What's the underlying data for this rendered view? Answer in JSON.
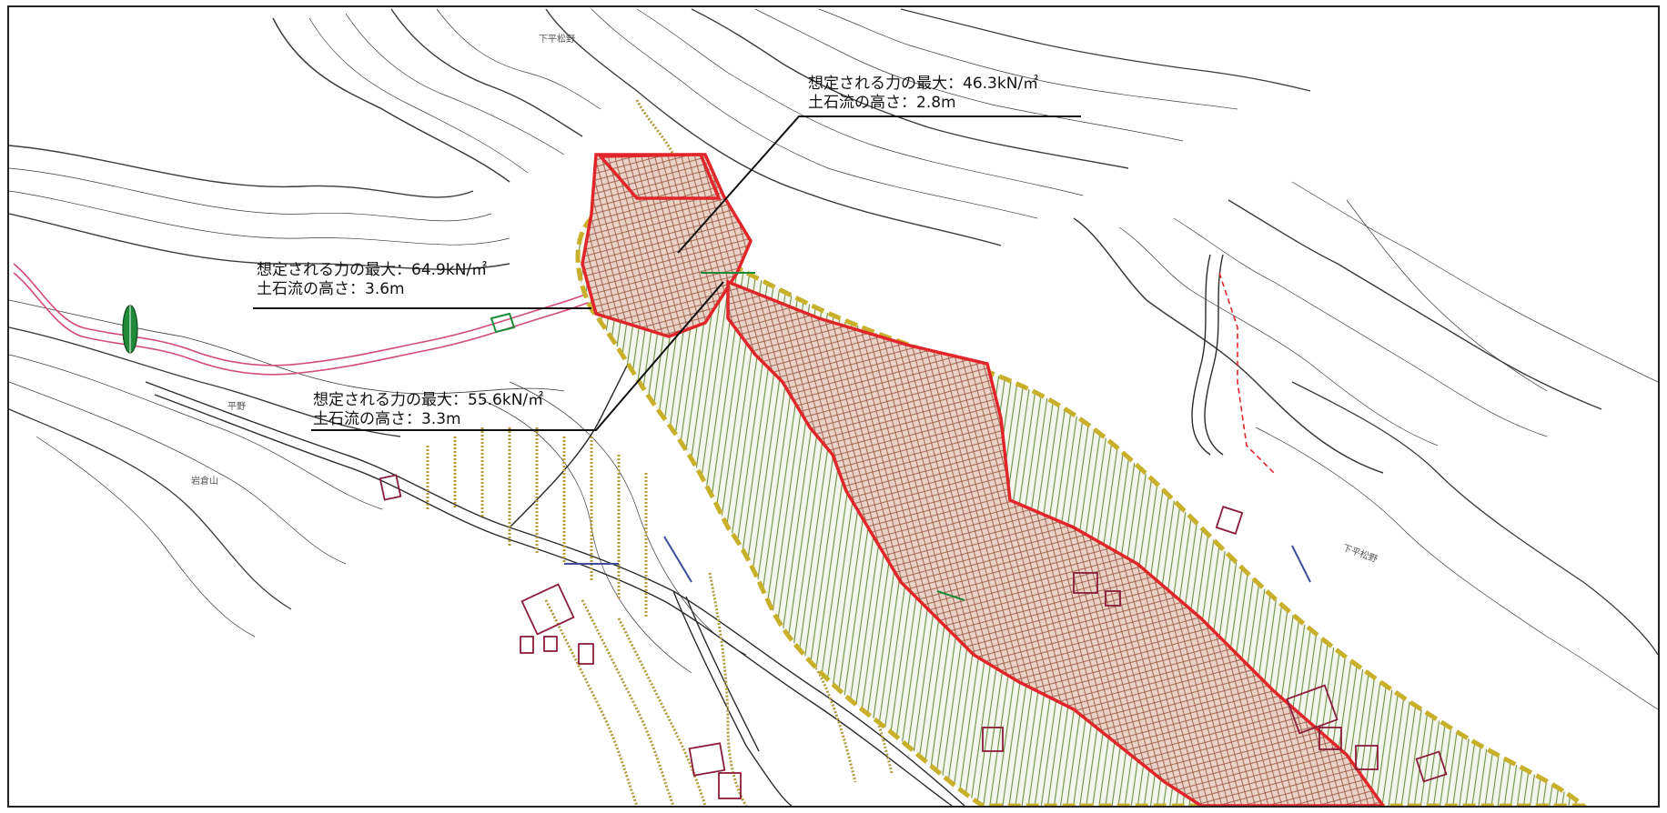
{
  "callouts": [
    {
      "id": "a",
      "force_label": "想定される力の最大：46.3kN/㎡",
      "height_label": "土石流の高さ：2.8m"
    },
    {
      "id": "b",
      "force_label": "想定される力の最大：64.9kN/㎡",
      "height_label": "土石流の高さ：3.6m"
    },
    {
      "id": "c",
      "force_label": "想定される力の最大：55.6kN/㎡",
      "height_label": "土石流の高さ：3.3m"
    }
  ],
  "place_names": {
    "top": "下平松野",
    "left_mid": "平野",
    "left_low": "岩倉山",
    "right": "下平松野"
  },
  "colors": {
    "zone_red": "#e0262a",
    "zone_yellow": "#c9b02a",
    "hatch_brown": "#a7604a",
    "hatch_green": "#5f8a3a",
    "contour": "#3b3b3b",
    "stream_pink": "#d24a7a",
    "building": "#8a1d3b",
    "terrace": "#b39a3c",
    "water_blue": "#3a4e9a",
    "marker_green": "#1f8a3a"
  }
}
